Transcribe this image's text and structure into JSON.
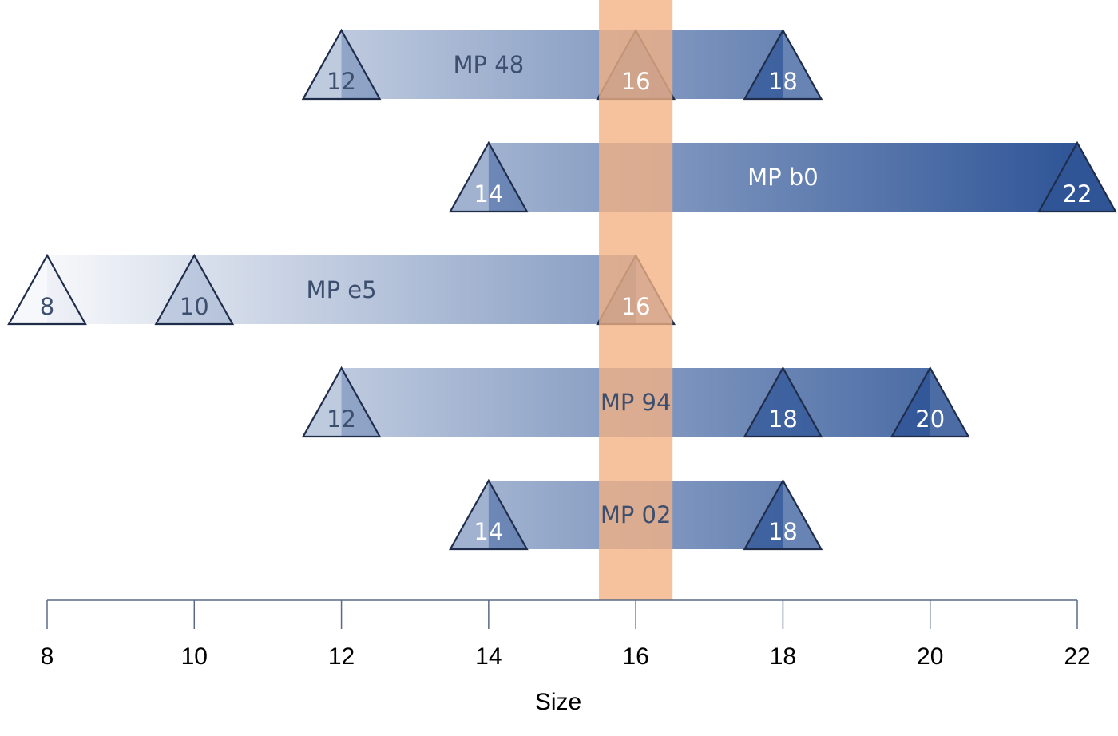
{
  "chart_data": {
    "type": "range-bar",
    "xlabel": "Size",
    "xlim": [
      8,
      22
    ],
    "xticks": [
      8,
      10,
      12,
      14,
      16,
      18,
      20,
      22
    ],
    "highlight": {
      "center": 16,
      "color": "#f4b183"
    },
    "colors": {
      "bar_dark": "#2f5597",
      "outline": "#1f2d4a",
      "axis": "#5a6a85"
    },
    "series": [
      {
        "name": "MP 48",
        "label_x": 14,
        "points": [
          12,
          16,
          18
        ]
      },
      {
        "name": "MP b0",
        "label_x": 18,
        "points": [
          14,
          22
        ]
      },
      {
        "name": "MP e5",
        "label_x": 12,
        "points": [
          8,
          10,
          16
        ]
      },
      {
        "name": "MP 94",
        "label_x": 16,
        "points": [
          12,
          18,
          20
        ]
      },
      {
        "name": "MP 02",
        "label_x": 16,
        "points": [
          14,
          18
        ]
      }
    ]
  }
}
